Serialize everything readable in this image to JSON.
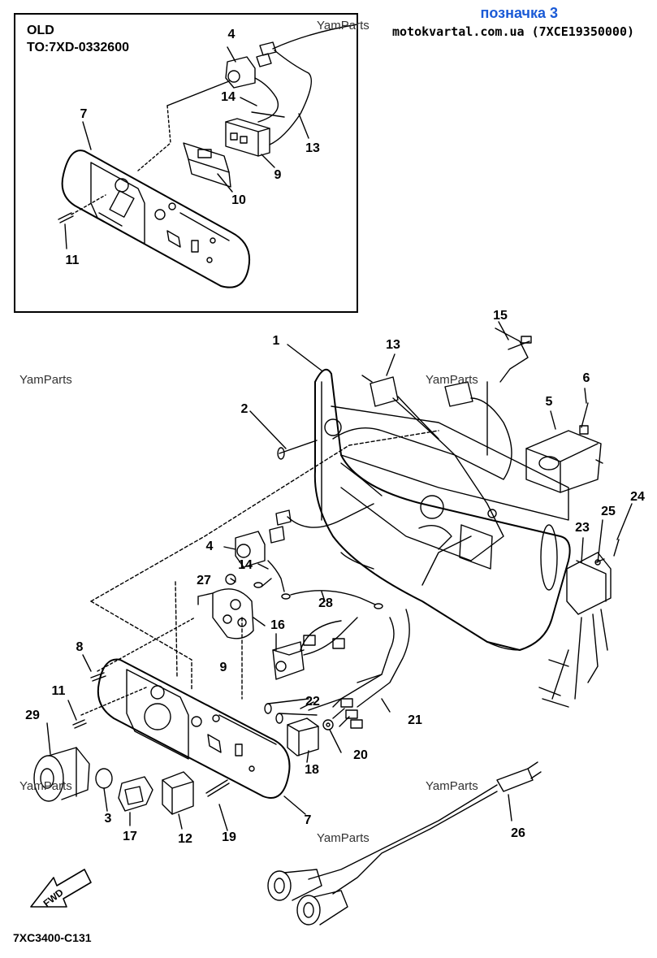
{
  "header": {
    "title": "позначка 3",
    "source": "motokvartal.com.ua (7XCE19350000)"
  },
  "old_inset": {
    "title_line1": "OLD",
    "title_line2": "TO:7XD-0332600",
    "callouts": {
      "c4": "4",
      "c14": "14",
      "c13": "13",
      "c7": "7",
      "c9": "9",
      "c10": "10",
      "c11": "11"
    }
  },
  "main": {
    "callouts": {
      "c1": "1",
      "c2": "2",
      "c3": "3",
      "c4": "4",
      "c5": "5",
      "c6": "6",
      "c7": "7",
      "c8": "8",
      "c9": "9",
      "c11": "11",
      "c12": "12",
      "c13": "13",
      "c14": "14",
      "c15": "15",
      "c16": "16",
      "c17": "17",
      "c18": "18",
      "c19": "19",
      "c20": "20",
      "c21": "21",
      "c22": "22",
      "c23": "23",
      "c24": "24",
      "c25": "25",
      "c26": "26",
      "c27": "27",
      "c28": "28",
      "c29": "29"
    },
    "fwd_label": "FWD",
    "part_code": "7XC3400-C131"
  },
  "watermark": "YamParts"
}
